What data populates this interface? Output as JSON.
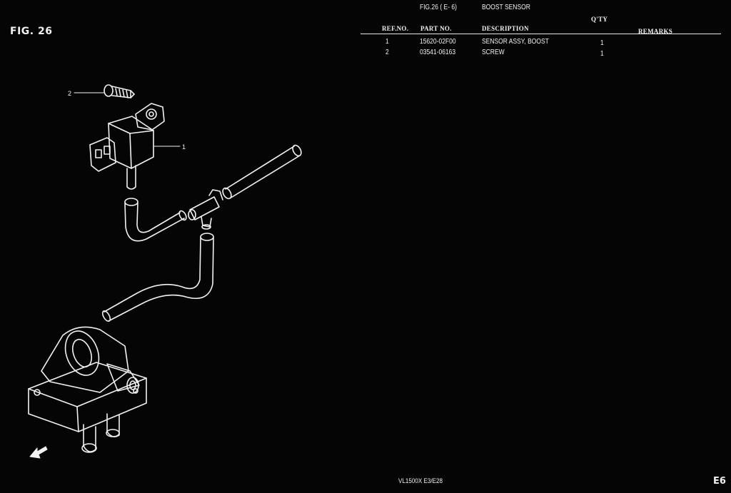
{
  "figure_label": "FIG. 26",
  "header": {
    "fig_ref": "FIG.26 ( E- 6)",
    "title": "BOOST SENSOR"
  },
  "columns": {
    "ref_no": "REF.NO.",
    "part_no": "PART NO.",
    "description": "DESCRIPTION",
    "qty": "Q'TY",
    "remarks": "REMARKS"
  },
  "parts": [
    {
      "ref": "1",
      "part_no": "15620-02F00",
      "description": "SENSOR ASSY, BOOST",
      "qty": "1"
    },
    {
      "ref": "2",
      "part_no": "03541-06163",
      "description": "SCREW",
      "qty": "1"
    }
  ],
  "callouts": [
    "2",
    "1"
  ],
  "footer": {
    "model": "VL1500X  E3/E28",
    "page": "E6"
  }
}
